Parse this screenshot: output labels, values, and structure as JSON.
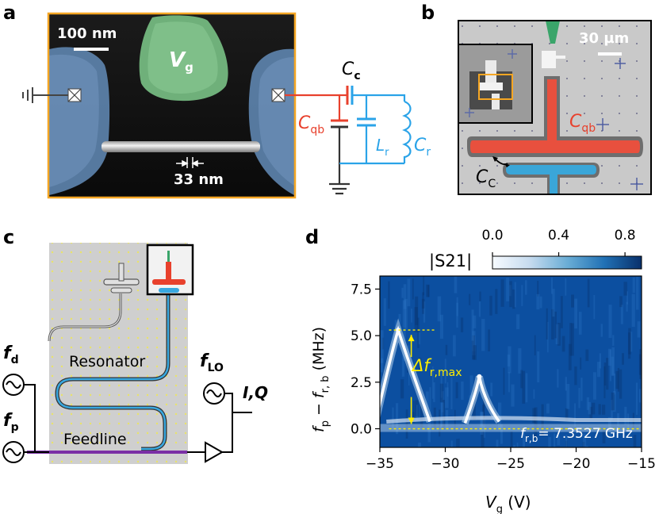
{
  "panels": {
    "a": "a",
    "b": "b",
    "c": "c",
    "d": "d"
  },
  "panel_a": {
    "scale_bar": "100 nm",
    "gate_symbol": "V",
    "gate_sub": "g",
    "width_label": "33 nm"
  },
  "circuit": {
    "cc": "C",
    "cc_sub": "c",
    "cqb": "C",
    "cqb_sub": "qb",
    "lr": "L",
    "lr_sub": "r",
    "cr": "C",
    "cr_sub": "r"
  },
  "panel_b": {
    "scale_bar": "30 µm",
    "cqb": "C",
    "cqb_sub": "qb",
    "cc": "C",
    "cc_sub": "C"
  },
  "panel_c": {
    "fd": "f",
    "fd_sub": "d",
    "fp": "f",
    "fp_sub": "p",
    "flo": "f",
    "flo_sub": "LO",
    "iq": "I,Q",
    "resonator": "Resonator",
    "feedline": "Feedline"
  },
  "colors": {
    "orange_frame": "#f5a623",
    "red": "#e8412d",
    "blue": "#2aa3e8",
    "yellow": "#ffee00"
  },
  "chart_data": {
    "type": "heatmap",
    "xlabel_main": "V",
    "xlabel_sub": "g",
    "xlabel_unit": " (V)",
    "ylabel": "f_p − f_r,b (MHz)",
    "x_ticks": [
      -35,
      -30,
      -25,
      -20,
      -15
    ],
    "y_ticks": [
      0.0,
      2.5,
      5.0,
      7.5
    ],
    "xlim": [
      -35,
      -15
    ],
    "ylim": [
      -1.0,
      8.2
    ],
    "colorbar": {
      "label": "|S21|",
      "ticks": [
        0.0,
        0.4,
        0.8
      ],
      "range": [
        0.0,
        0.9
      ]
    },
    "annotation_delta": "Δf",
    "annotation_delta_sub": "r,max",
    "annotation_freq": "f",
    "annotation_freq_sub": "r,b",
    "annotation_freq_value": "= 7.3527 GHz",
    "delta_lines_y": [
      5.3,
      0.0
    ],
    "peaks": [
      {
        "x": -33.6,
        "y": 5.3
      },
      {
        "x": -27.4,
        "y": 2.8
      }
    ],
    "baseline_y": 0.3
  }
}
